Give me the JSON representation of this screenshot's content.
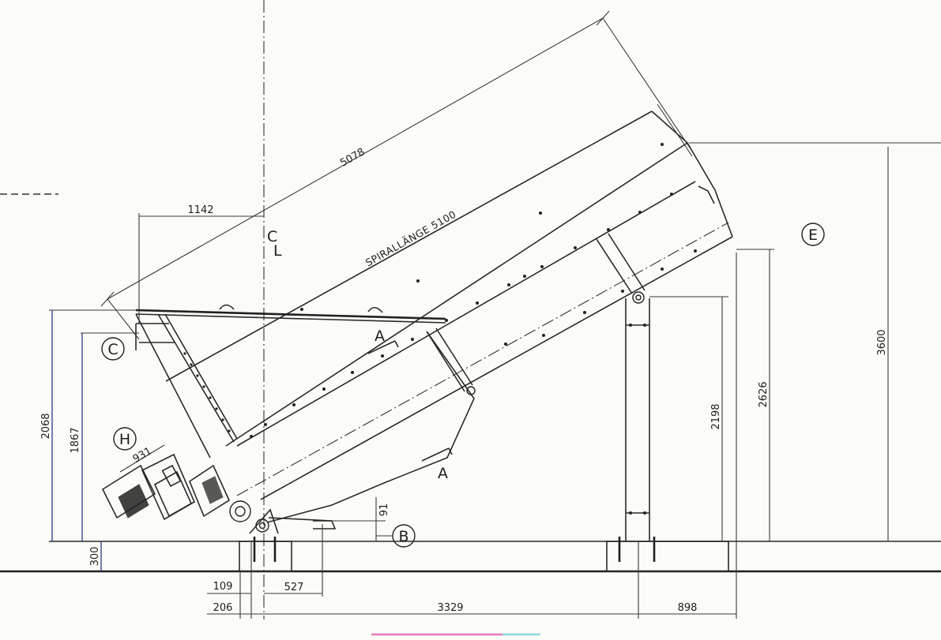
{
  "dimensions": {
    "overall_length": "5078",
    "spiral_length": "SPIRALLÄNGE 5100",
    "offset_top": "1142",
    "inlet_height": "2068",
    "inner_height": "1867",
    "motor_length": "931",
    "foundation": "300",
    "bottom_offset": "91",
    "left_small": "109",
    "left_total": "206",
    "mid_offset": "527",
    "support_distance": "3329",
    "support_width": "898",
    "support_height": "2198",
    "outlet_lower": "2626",
    "outlet_upper": "3600"
  },
  "labels": {
    "C": "C",
    "H": "H",
    "B": "B",
    "E": "E",
    "section_top": "A",
    "section_bottom": "A",
    "centerline_c": "C",
    "centerline_l": "L"
  }
}
